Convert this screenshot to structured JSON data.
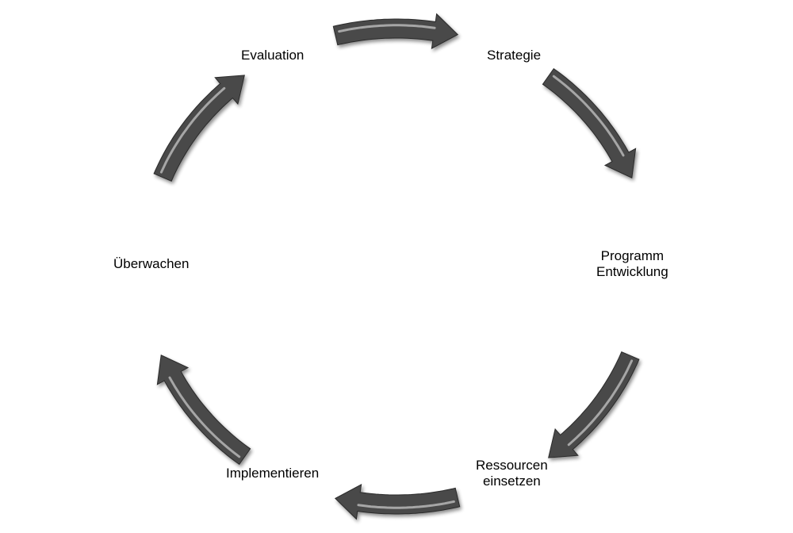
{
  "cycle": {
    "steps": [
      {
        "lines": [
          "Strategie"
        ]
      },
      {
        "lines": [
          "Programm",
          "Entwicklung"
        ]
      },
      {
        "lines": [
          "Ressourcen",
          "einsetzen"
        ]
      },
      {
        "lines": [
          "Implementieren"
        ]
      },
      {
        "lines": [
          "Überwachen"
        ]
      },
      {
        "lines": [
          "Evaluation"
        ]
      }
    ],
    "arrow_color": "#4a4a4a",
    "arrow_highlight": "#f2f2f2",
    "direction": "clockwise"
  }
}
